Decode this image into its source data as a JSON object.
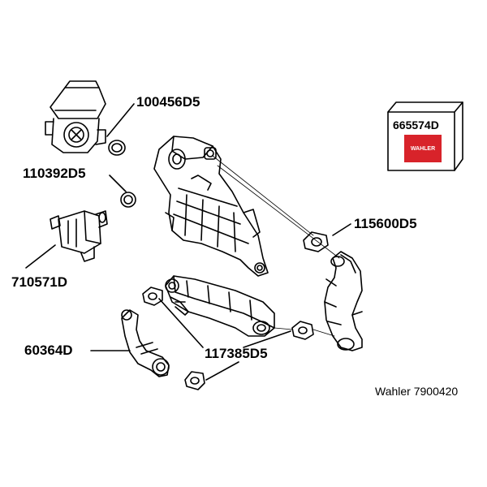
{
  "labels": {
    "p100456": "100456D5",
    "p110392": "110392D5",
    "p710571": "710571D",
    "p60364": "60364D",
    "p117385": "117385D5",
    "p115600": "115600D5"
  },
  "kit_box": {
    "code": "665574D",
    "logo_text": "WAHLER"
  },
  "footer": "Wahler 7900420",
  "colors": {
    "line": "#000000",
    "brand": "#d8232a"
  }
}
